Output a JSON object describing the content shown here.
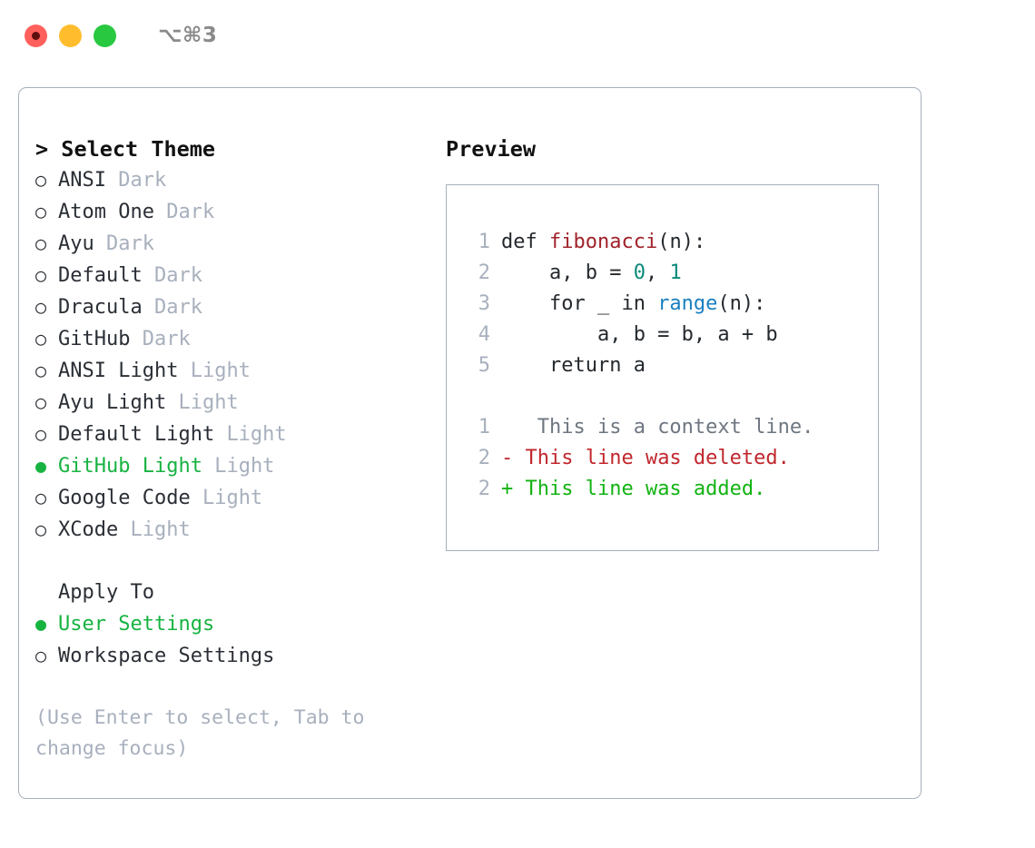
{
  "titlebar": {
    "shortcut": "⌥⌘3",
    "lights": [
      {
        "name": "close",
        "color": "#ff605c"
      },
      {
        "name": "minimize",
        "color": "#ffbd2e"
      },
      {
        "name": "maximize",
        "color": "#28c840"
      }
    ]
  },
  "theme_panel": {
    "heading": "> Select Theme",
    "options": [
      {
        "bullet": "○",
        "name": "ANSI",
        "variant": "Dark",
        "selected": false
      },
      {
        "bullet": "○",
        "name": "Atom One",
        "variant": "Dark",
        "selected": false
      },
      {
        "bullet": "○",
        "name": "Ayu",
        "variant": "Dark",
        "selected": false
      },
      {
        "bullet": "○",
        "name": "Default",
        "variant": "Dark",
        "selected": false
      },
      {
        "bullet": "○",
        "name": "Dracula",
        "variant": "Dark",
        "selected": false
      },
      {
        "bullet": "○",
        "name": "GitHub",
        "variant": "Dark",
        "selected": false
      },
      {
        "bullet": "○",
        "name": "ANSI Light",
        "variant": "Light",
        "selected": false
      },
      {
        "bullet": "○",
        "name": "Ayu Light",
        "variant": "Light",
        "selected": false
      },
      {
        "bullet": "○",
        "name": "Default Light",
        "variant": "Light",
        "selected": false
      },
      {
        "bullet": "●",
        "name": "GitHub Light",
        "variant": "Light",
        "selected": true
      },
      {
        "bullet": "○",
        "name": "Google Code",
        "variant": "Light",
        "selected": false
      },
      {
        "bullet": "○",
        "name": "XCode",
        "variant": "Light",
        "selected": false
      }
    ]
  },
  "apply_to": {
    "heading": "Apply To",
    "options": [
      {
        "bullet": "●",
        "name": "User Settings",
        "selected": true
      },
      {
        "bullet": "○",
        "name": "Workspace Settings",
        "selected": false
      }
    ]
  },
  "hint": "(Use Enter to select, Tab to change focus)",
  "preview": {
    "title": "Preview",
    "code_lines": [
      {
        "no": "1",
        "segments": [
          {
            "t": "def ",
            "c": "tok-plain"
          },
          {
            "t": "fibonacci",
            "c": "tok-fn"
          },
          {
            "t": "(n):",
            "c": "tok-plain"
          }
        ]
      },
      {
        "no": "2",
        "segments": [
          {
            "t": "    a, b = ",
            "c": "tok-plain"
          },
          {
            "t": "0",
            "c": "tok-num"
          },
          {
            "t": ", ",
            "c": "tok-plain"
          },
          {
            "t": "1",
            "c": "tok-num"
          }
        ]
      },
      {
        "no": "3",
        "segments": [
          {
            "t": "    for _ in ",
            "c": "tok-plain"
          },
          {
            "t": "range",
            "c": "tok-call"
          },
          {
            "t": "(n):",
            "c": "tok-plain"
          }
        ]
      },
      {
        "no": "4",
        "segments": [
          {
            "t": "        a, b = b, a + b",
            "c": "tok-plain"
          }
        ]
      },
      {
        "no": "5",
        "segments": [
          {
            "t": "    return a",
            "c": "tok-plain"
          }
        ]
      }
    ],
    "diff_lines": [
      {
        "no": "1",
        "marker": " ",
        "text": "  This is a context line.",
        "cls": "diff-ctx"
      },
      {
        "no": "2",
        "marker": "-",
        "text": " This line was deleted.",
        "cls": "diff-del"
      },
      {
        "no": "2",
        "marker": "+",
        "text": " This line was added.",
        "cls": "diff-add"
      }
    ]
  },
  "colors": {
    "accent_green": "#17b341",
    "muted": "#a8b0bd",
    "border": "#a7b0bd",
    "diff_add": "#12b312",
    "diff_del": "#c0272d",
    "syntax_function": "#a0232a",
    "syntax_number": "#0a8a7a",
    "syntax_builtin": "#1a7fc1"
  }
}
